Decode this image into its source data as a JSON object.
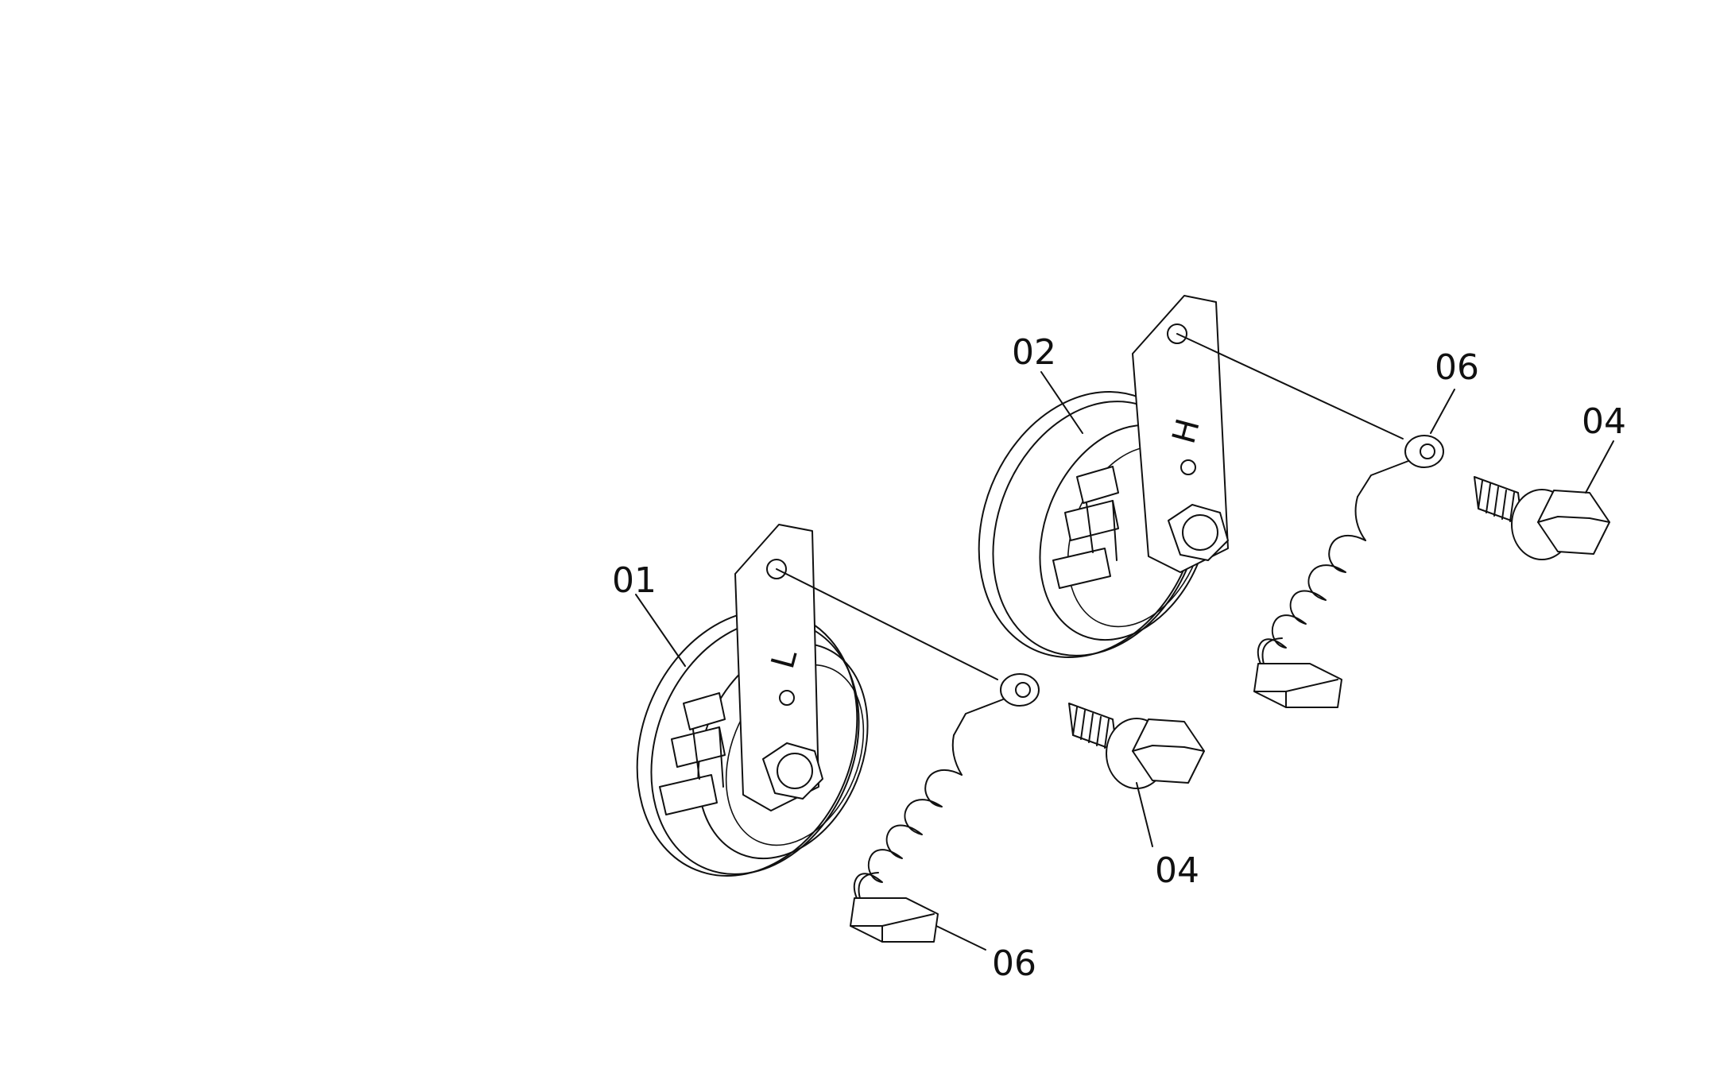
{
  "callouts": {
    "horn_low": "01",
    "horn_high": "02",
    "bolt_low": "04",
    "bolt_high": "04",
    "connector_low": "06",
    "connector_high": "06"
  },
  "horn_marks": {
    "low": "L",
    "high": "H"
  },
  "colors": {
    "line": "#111111",
    "background": "#ffffff"
  }
}
